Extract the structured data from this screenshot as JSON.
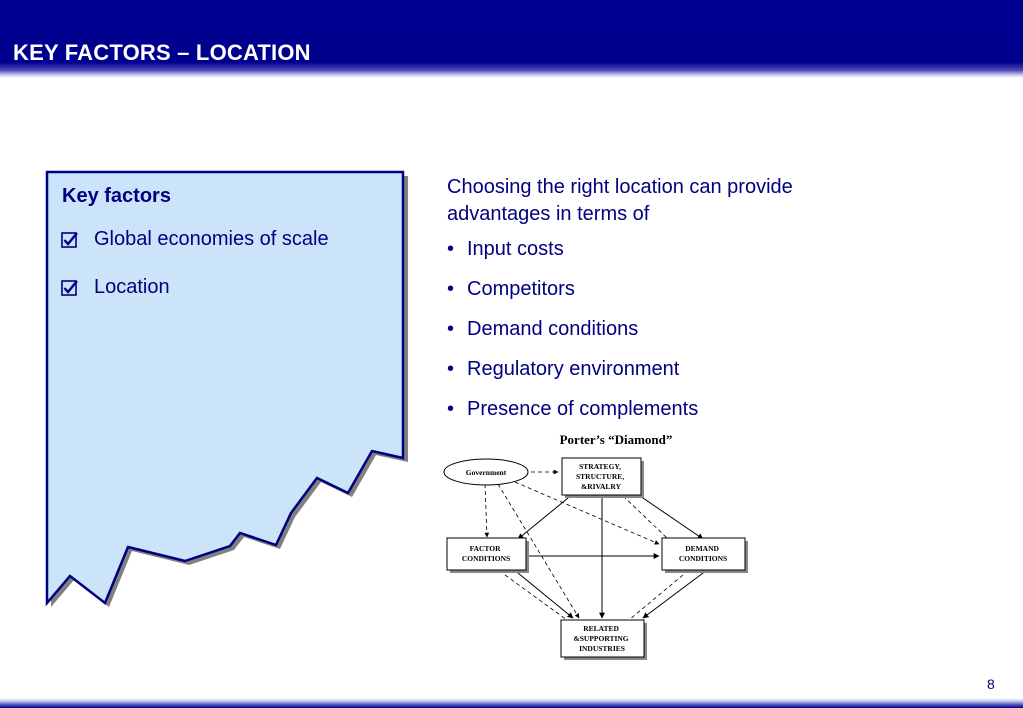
{
  "slide": {
    "title": "KEY FACTORS – LOCATION",
    "page_number": "8"
  },
  "panel": {
    "heading": "Key factors",
    "items": [
      "Global economies of scale",
      "Location"
    ]
  },
  "content": {
    "intro": "Choosing the right location can provide advantages in terms of",
    "bullets": [
      "Input costs",
      "Competitors",
      "Demand conditions",
      "Regulatory environment",
      "Presence of complements"
    ]
  },
  "diagram": {
    "title": "Porter’s “Diamond”",
    "government": "Government",
    "strategy": [
      "STRATEGY,",
      "STRUCTURE,",
      "&RIVALRY"
    ],
    "factor": [
      "FACTOR",
      "CONDITIONS"
    ],
    "demand": [
      "DEMAND",
      "CONDITIONS"
    ],
    "related": [
      "RELATED",
      "&SUPPORTING",
      "INDUSTRIES"
    ]
  },
  "colors": {
    "title_bar": "#000090",
    "panel_fill": "#cce4fa",
    "panel_border": "#000080",
    "text": "#000080"
  }
}
